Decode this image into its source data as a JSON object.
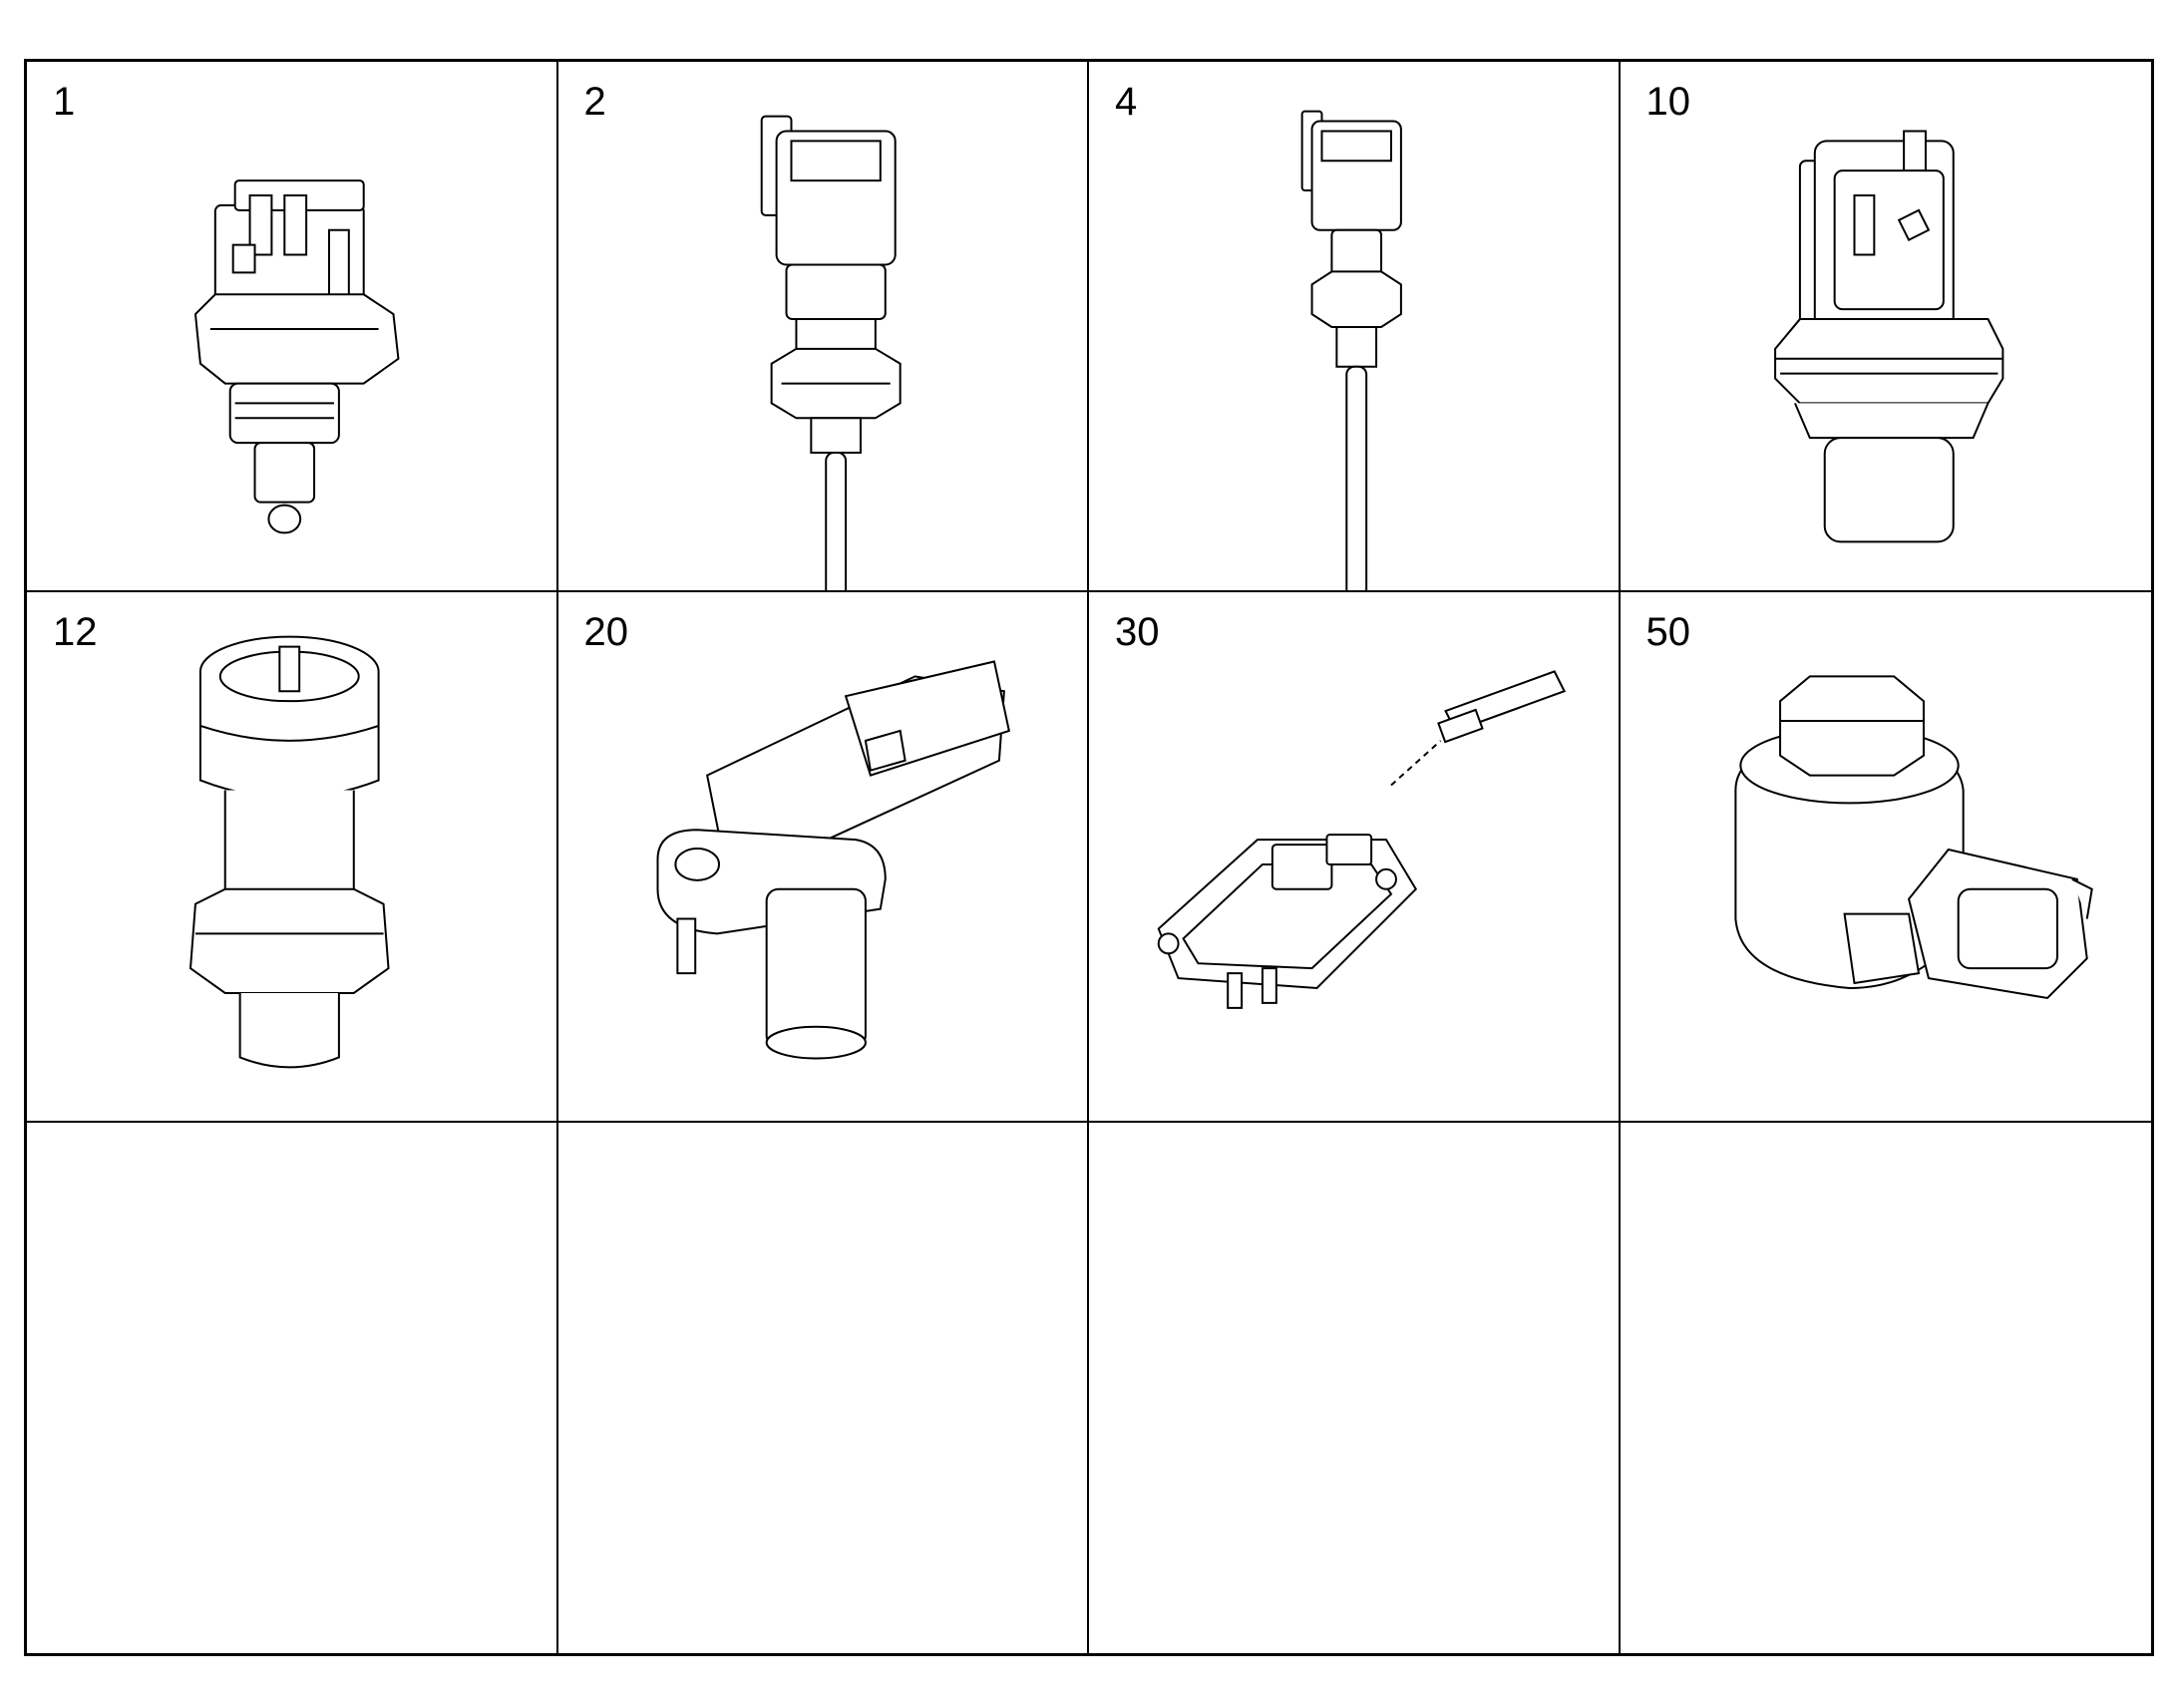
{
  "cells": [
    {
      "number": "1",
      "icon": "temperature-sensor-icon"
    },
    {
      "number": "2",
      "icon": "probe-temperature-sensor-icon"
    },
    {
      "number": "4",
      "icon": "long-probe-sensor-icon"
    },
    {
      "number": "10",
      "icon": "pressure-sensor-icon"
    },
    {
      "number": "12",
      "icon": "cylindrical-pressure-sensor-icon"
    },
    {
      "number": "20",
      "icon": "speed-sensor-icon"
    },
    {
      "number": "30",
      "icon": "nox-sensor-module-icon"
    },
    {
      "number": "50",
      "icon": "knock-sensor-icon"
    },
    {
      "number": ""
    },
    {
      "number": ""
    },
    {
      "number": ""
    },
    {
      "number": ""
    }
  ]
}
